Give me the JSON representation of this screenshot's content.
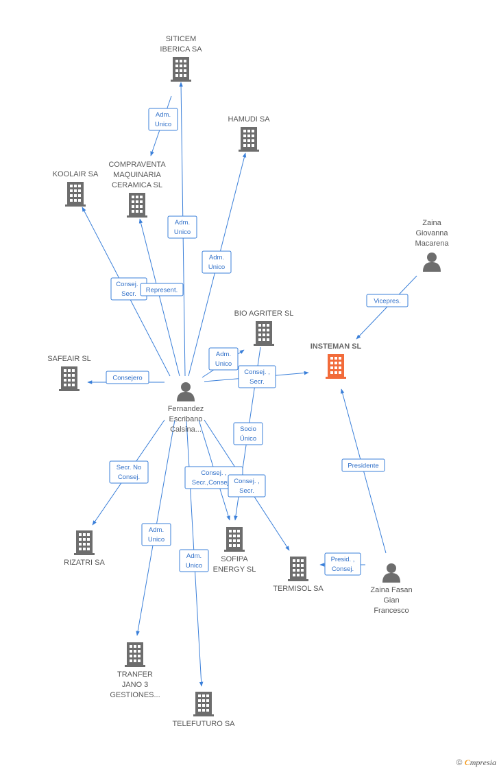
{
  "nodes": [
    {
      "id": "siticem",
      "type": "company",
      "label": [
        "SITICEM",
        "IBERICA SA"
      ]
    },
    {
      "id": "hamudi",
      "type": "company",
      "label": [
        "HAMUDI SA"
      ]
    },
    {
      "id": "koolair",
      "type": "company",
      "label": [
        "KOOLAIR SA"
      ]
    },
    {
      "id": "compraventa",
      "type": "company",
      "label": [
        "COMPRAVENTA",
        "MAQUINARIA",
        "CERAMICA SL"
      ]
    },
    {
      "id": "bioagriter",
      "type": "company",
      "label": [
        "BIO AGRITER  SL"
      ]
    },
    {
      "id": "insteman",
      "type": "company-focus",
      "label": [
        "INSTEMAN SL"
      ]
    },
    {
      "id": "safeair",
      "type": "company",
      "label": [
        "SAFEAIR SL"
      ]
    },
    {
      "id": "rizatri",
      "type": "company",
      "label": [
        "RIZATRI SA"
      ]
    },
    {
      "id": "sofipa",
      "type": "company",
      "label": [
        "SOFIPA",
        "ENERGY  SL"
      ]
    },
    {
      "id": "termisol",
      "type": "company",
      "label": [
        "TERMISOL SA"
      ]
    },
    {
      "id": "tranfer",
      "type": "company",
      "label": [
        "TRANFER",
        "JANO 3",
        "GESTIONES..."
      ]
    },
    {
      "id": "telefuturo",
      "type": "company",
      "label": [
        "TELEFUTURO SA"
      ]
    },
    {
      "id": "fernandez",
      "type": "person",
      "label": [
        "Fernandez",
        "Escribano",
        "Calsina..."
      ]
    },
    {
      "id": "zainagiovanna",
      "type": "person",
      "label": [
        "Zaina",
        "Giovanna",
        "Macarena"
      ]
    },
    {
      "id": "zainafasan",
      "type": "person",
      "label": [
        "Zaina Fasan",
        "Gian",
        "Francesco"
      ]
    }
  ],
  "edges": [
    {
      "from": "fernandez",
      "to": "siticem",
      "label": [
        "Adm.",
        "Unico"
      ]
    },
    {
      "from": "siticem",
      "to": "compraventa",
      "label": [
        "Adm.",
        "Unico"
      ]
    },
    {
      "from": "fernandez",
      "to": "hamudi",
      "label": [
        "Adm.",
        "Unico"
      ]
    },
    {
      "from": "fernandez",
      "to": "koolair",
      "label": [
        "Consej. ,",
        "Secr."
      ]
    },
    {
      "from": "fernandez",
      "to": "compraventa",
      "label": [
        "Represent."
      ]
    },
    {
      "from": "fernandez",
      "to": "bioagriter",
      "label": [
        "Adm.",
        "Unico"
      ]
    },
    {
      "from": "fernandez",
      "to": "insteman",
      "label": [
        "Consej. ,",
        "Secr."
      ]
    },
    {
      "from": "fernandez",
      "to": "safeair",
      "label": [
        "Consejero"
      ]
    },
    {
      "from": "fernandez",
      "to": "rizatri",
      "label": [
        "Secr.  No",
        "Consej."
      ]
    },
    {
      "from": "fernandez",
      "to": "sofipa",
      "label": [
        "Consej. ,",
        "Secr.,Consej...."
      ]
    },
    {
      "from": "fernandez",
      "to": "termisol",
      "label": [
        "Consej. ,",
        "Secr."
      ]
    },
    {
      "from": "fernandez",
      "to": "tranfer",
      "label": [
        "Adm.",
        "Unico"
      ]
    },
    {
      "from": "fernandez",
      "to": "telefuturo",
      "label": [
        "Adm.",
        "Unico"
      ]
    },
    {
      "from": "bioagriter",
      "to": "sofipa",
      "label": [
        "Socio",
        "Único"
      ]
    },
    {
      "from": "zainagiovanna",
      "to": "insteman",
      "label": [
        "Vicepres."
      ]
    },
    {
      "from": "zainafasan",
      "to": "insteman",
      "label": [
        "Presidente"
      ]
    },
    {
      "from": "zainafasan",
      "to": "termisol",
      "label": [
        "Presid. ,",
        "Consej."
      ]
    }
  ],
  "colors": {
    "edge": "#3a7fd9",
    "company_icon": "#6d6d6d",
    "focus_icon": "#f26b3a",
    "person_icon": "#6d6d6d",
    "label_text": "#555555"
  },
  "footer": {
    "copyright_symbol": "©",
    "brand_first": "C",
    "brand_rest": "mpresia"
  }
}
